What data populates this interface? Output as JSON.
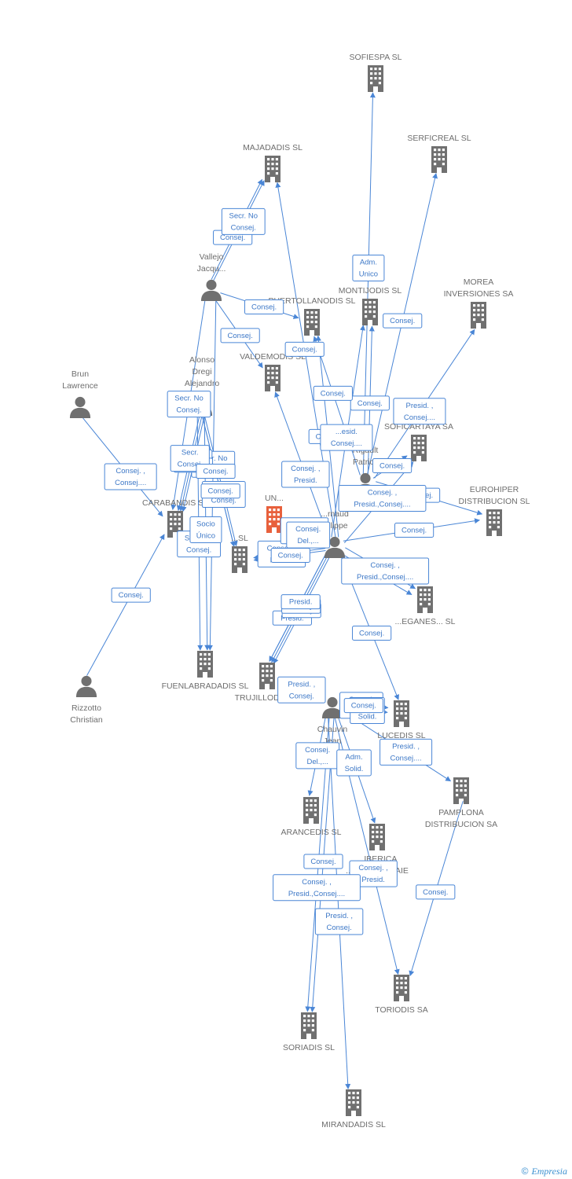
{
  "colors": {
    "edge": "#4a86d6",
    "node": "#707070",
    "focus": "#e8603c"
  },
  "footer": {
    "copyright": "©",
    "brand": "Empresia"
  },
  "nodes": [
    {
      "id": "sofiespa",
      "type": "company",
      "label": [
        "SOFIESPA SL"
      ]
    },
    {
      "id": "serficreal",
      "type": "company",
      "label": [
        "SERFICREAL SL"
      ]
    },
    {
      "id": "majadadis",
      "type": "company",
      "label": [
        "MAJADADIS SL"
      ]
    },
    {
      "id": "vallejo",
      "type": "person",
      "label": [
        "Vallejo",
        "Jacqu..."
      ]
    },
    {
      "id": "puertollanodis",
      "type": "company",
      "label": [
        "PUERTOLLANODIS SL"
      ]
    },
    {
      "id": "montijodis",
      "type": "company",
      "label": [
        "MONTIJODIS SL"
      ]
    },
    {
      "id": "morea",
      "type": "company",
      "label": [
        "MOREA",
        "INVERSIONES SA"
      ]
    },
    {
      "id": "valdemodis",
      "type": "company",
      "label": [
        "VALDEMODIS SL"
      ]
    },
    {
      "id": "alonso",
      "type": "person",
      "label": [
        "Alonso",
        "Dregi",
        "Alejandro"
      ]
    },
    {
      "id": "brun",
      "type": "person",
      "label": [
        "Brun",
        "Lawrence"
      ]
    },
    {
      "id": "soficartaya",
      "type": "company",
      "label": [
        "SOFICARTAYA SA"
      ]
    },
    {
      "id": "rigault",
      "type": "person",
      "label": [
        "Rigault",
        "Patrick"
      ]
    },
    {
      "id": "eurohiper",
      "type": "company",
      "label": [
        "EUROHIPER",
        "DISTRIBUCION SL"
      ]
    },
    {
      "id": "carabandis",
      "type": "company",
      "label": [
        "CARABANDIS SL"
      ]
    },
    {
      "id": "focus",
      "type": "focus",
      "label": [
        "UN..."
      ]
    },
    {
      "id": "arnaud",
      "type": "person",
      "label": [
        "...rnaud",
        "...ilippe"
      ]
    },
    {
      "id": "third",
      "type": "company",
      "label": [
        "...SL"
      ]
    },
    {
      "id": "leganesdis",
      "type": "company",
      "label": [
        "...EGANES... SL"
      ]
    },
    {
      "id": "fuenlabradadis",
      "type": "company",
      "label": [
        "FUENLABRADADIS SL"
      ]
    },
    {
      "id": "trujillodis",
      "type": "company",
      "label": [
        "TRUJILLODIS SL"
      ]
    },
    {
      "id": "rizzotto",
      "type": "person",
      "label": [
        "Rizzotto",
        "Christian"
      ]
    },
    {
      "id": "chauvin",
      "type": "person",
      "label": [
        "Chauvin",
        "Jean",
        "Michel"
      ]
    },
    {
      "id": "lucedis",
      "type": "company",
      "label": [
        "LUCEDIS SL"
      ]
    },
    {
      "id": "pamplona",
      "type": "company",
      "label": [
        "PAMPLONA",
        "DISTRIBUCION SA"
      ]
    },
    {
      "id": "arancedis",
      "type": "company",
      "label": [
        "ARANCEDIS SL"
      ]
    },
    {
      "id": "iberica",
      "type": "company",
      "label": [
        "...IBERICA",
        "...AGEMENT AIE"
      ]
    },
    {
      "id": "toriodis",
      "type": "company",
      "label": [
        "TORIODIS SA"
      ]
    },
    {
      "id": "soriadis",
      "type": "company",
      "label": [
        "SORIADIS SL"
      ]
    },
    {
      "id": "mirandadis",
      "type": "company",
      "label": [
        "MIRANDADIS SL"
      ]
    }
  ],
  "edges": [
    {
      "from": "vallejo",
      "to": "majadadis",
      "label": [
        "Consej."
      ]
    },
    {
      "from": "vallejo",
      "to": "majadadis",
      "label": [
        "Secr. No",
        "Consej."
      ]
    },
    {
      "from": "vallejo",
      "to": "puertollanodis",
      "label": [
        "Consej."
      ]
    },
    {
      "from": "vallejo",
      "to": "valdemodis",
      "label": [
        "Consej."
      ]
    },
    {
      "from": "vallejo",
      "to": "carabandis",
      "label": [
        "Secr. No",
        "Consej."
      ]
    },
    {
      "from": "vallejo",
      "to": "fuenlabradadis",
      "label": [
        "Secr. No",
        "Consej."
      ]
    },
    {
      "from": "alonso",
      "to": "carabandis",
      "label": [
        "Consej."
      ]
    },
    {
      "from": "alonso",
      "to": "third",
      "label": [
        "Secr. No",
        "Consej."
      ]
    },
    {
      "from": "alonso",
      "to": "third",
      "label": [
        "Consej."
      ]
    },
    {
      "from": "alonso",
      "to": "fuenlabradadis",
      "label": [
        "Secr. No",
        "Consej."
      ]
    },
    {
      "from": "alonso",
      "to": "carabandis",
      "label": [
        "Consej."
      ]
    },
    {
      "from": "alonso",
      "to": "fuenlabradadis",
      "label": [
        "Socio",
        "Único"
      ]
    },
    {
      "from": "alonso",
      "to": "carabandis",
      "label": [
        "Secr.",
        "Consej."
      ]
    },
    {
      "from": "alonso",
      "to": "third",
      "label": [
        "Consej."
      ]
    },
    {
      "from": "brun",
      "to": "carabandis",
      "label": [
        "Consej. ,",
        "Consej...."
      ]
    },
    {
      "from": "rizzotto",
      "to": "carabandis",
      "label": [
        "Consej."
      ]
    },
    {
      "from": "rigault",
      "to": "sofiespa",
      "label": [
        "Adm.",
        "Unico"
      ]
    },
    {
      "from": "rigault",
      "to": "serficreal",
      "label": [
        "Consej."
      ]
    },
    {
      "from": "rigault",
      "to": "montijodis",
      "label": [
        "Consej."
      ]
    },
    {
      "from": "rigault",
      "to": "morea",
      "label": [
        "Presid. ,",
        "Consej...."
      ]
    },
    {
      "from": "rigault",
      "to": "eurohiper",
      "label": [
        "Consej."
      ]
    },
    {
      "from": "rigault",
      "to": "puertollanodis",
      "label": [
        "Consej."
      ]
    },
    {
      "from": "rigault",
      "to": "soficartaya",
      "label": [
        "Consej."
      ]
    },
    {
      "from": "arnaud",
      "to": "majadadis",
      "label": [
        "Consej."
      ]
    },
    {
      "from": "arnaud",
      "to": "puertollanodis",
      "label": [
        "Consej."
      ]
    },
    {
      "from": "arnaud",
      "to": "montijodis",
      "label": [
        "...esid.",
        "Consej...."
      ]
    },
    {
      "from": "arnaud",
      "to": "valdemodis",
      "label": [
        "Consej. ,",
        "Presid."
      ]
    },
    {
      "from": "arnaud",
      "to": "third",
      "label": [
        "Consej. ,",
        "Presid."
      ]
    },
    {
      "from": "arnaud",
      "to": "focus",
      "label": [
        "Presid. ,",
        "Consej."
      ]
    },
    {
      "from": "arnaud",
      "to": "soficartaya",
      "label": [
        "Consej. ,",
        "Presid.,Consej...."
      ]
    },
    {
      "from": "arnaud",
      "to": "eurohiper",
      "label": [
        "Consej."
      ]
    },
    {
      "from": "arnaud",
      "to": "third",
      "label": [
        "Consej."
      ]
    },
    {
      "from": "arnaud",
      "to": "focus",
      "label": [
        "Consej.",
        "Del.,..."
      ]
    },
    {
      "from": "arnaud",
      "to": "leganesdis",
      "label": [
        "Consej."
      ]
    },
    {
      "from": "arnaud",
      "to": "trujillodis",
      "label": [
        "Presid."
      ]
    },
    {
      "from": "arnaud",
      "to": "leganesdis",
      "label": [
        "Consej. ,",
        "Presid.,Consej...."
      ]
    },
    {
      "from": "arnaud",
      "to": "lucedis",
      "label": [
        "Consej."
      ]
    },
    {
      "from": "arnaud",
      "to": "trujillodis",
      "label": [
        "Consej."
      ]
    },
    {
      "from": "arnaud",
      "to": "trujillodis",
      "label": [
        "Consej."
      ]
    },
    {
      "from": "arnaud",
      "to": "trujillodis",
      "label": [
        "Presid."
      ]
    },
    {
      "from": "chauvin",
      "to": "lucedis",
      "label": [
        "Consej.",
        "Del.,..."
      ]
    },
    {
      "from": "chauvin",
      "to": "pamplona",
      "label": [
        "Presid. ,",
        "Consej...."
      ]
    },
    {
      "from": "chauvin",
      "to": "lucedis",
      "label": [
        "Adm.",
        "Solid."
      ]
    },
    {
      "from": "chauvin",
      "to": "trujillodis",
      "label": [
        "Presid. ,",
        "Consej."
      ]
    },
    {
      "from": "chauvin",
      "to": "arancedis",
      "label": [
        "Consej.",
        "Del.,..."
      ]
    },
    {
      "from": "chauvin",
      "to": "lucedis",
      "label": [
        "Consej."
      ]
    },
    {
      "from": "chauvin",
      "to": "iberica",
      "label": [
        "Adm.",
        "Solid."
      ]
    },
    {
      "from": "chauvin",
      "to": "toriodis",
      "label": [
        "Consej. ,",
        "Presid."
      ]
    },
    {
      "from": "chauvin",
      "to": "soriadis",
      "label": [
        "Consej. ,",
        "Presid.,Consej...."
      ]
    },
    {
      "from": "chauvin",
      "to": "mirandadis",
      "label": [
        "Presid. ,",
        "Consej."
      ]
    },
    {
      "from": "pamplona",
      "to": "toriodis",
      "label": [
        "Consej."
      ]
    },
    {
      "from": "chauvin",
      "to": "soriadis",
      "label": [
        "Consej."
      ]
    }
  ]
}
